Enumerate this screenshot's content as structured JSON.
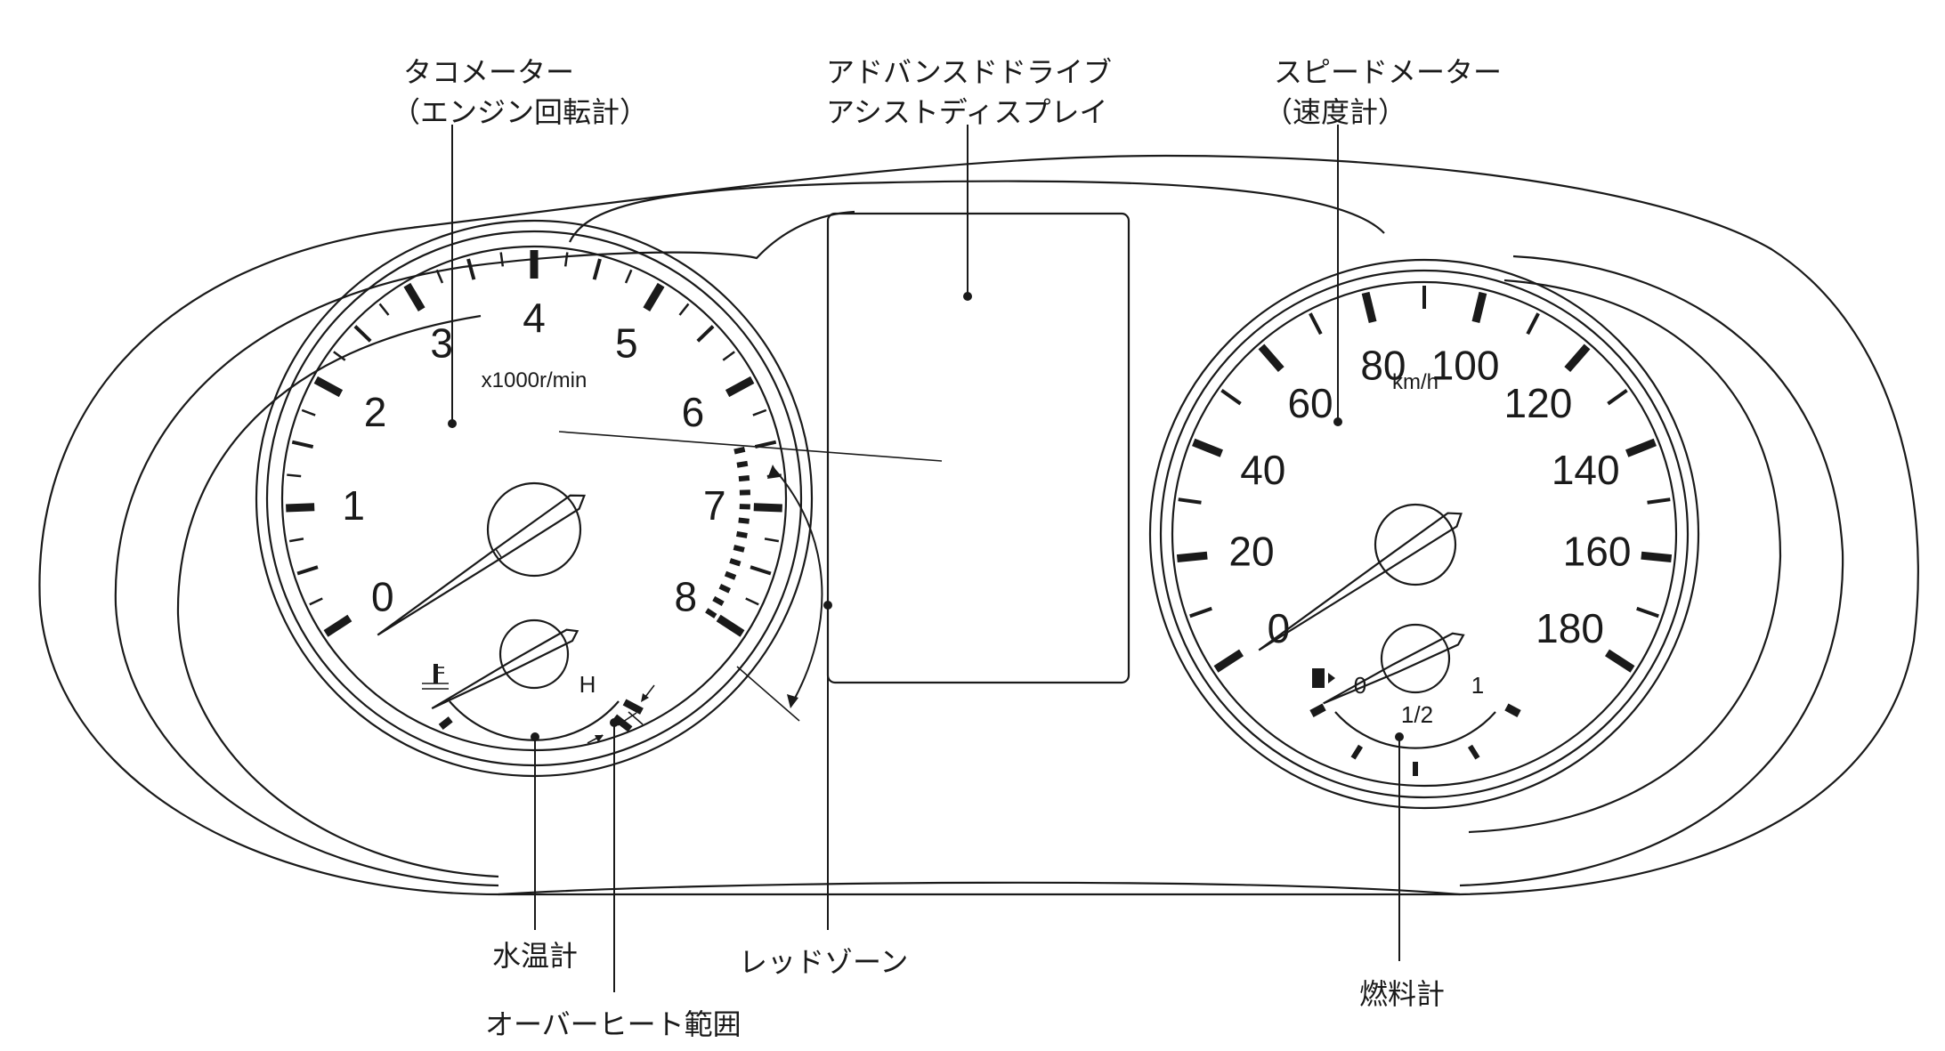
{
  "callouts": {
    "tachometer": [
      "タコメーター",
      "（エンジン回転計）"
    ],
    "display": [
      "アドバンスドドライブ",
      "アシストディスプレイ"
    ],
    "speedometer": [
      "スピードメーター",
      "（速度計）"
    ],
    "water_temp": "水温計",
    "overheat": "オーバーヒート範囲",
    "red_zone": "レッドゾーン",
    "fuel": "燃料計"
  },
  "tachometer": {
    "unit": "x1000r/min",
    "labels": [
      "0",
      "1",
      "2",
      "3",
      "4",
      "5",
      "6",
      "7",
      "8"
    ]
  },
  "speedometer": {
    "unit": "km/h",
    "labels": [
      "0",
      "20",
      "40",
      "60",
      "80",
      "100",
      "120",
      "140",
      "160",
      "180"
    ]
  },
  "temp_gauge": {
    "label": "H"
  },
  "fuel_gauge": {
    "labels": [
      "0",
      "1/2",
      "1"
    ]
  },
  "icons": {
    "coolant": "coolant-temp-icon",
    "fuel": "fuel-pump-icon"
  }
}
